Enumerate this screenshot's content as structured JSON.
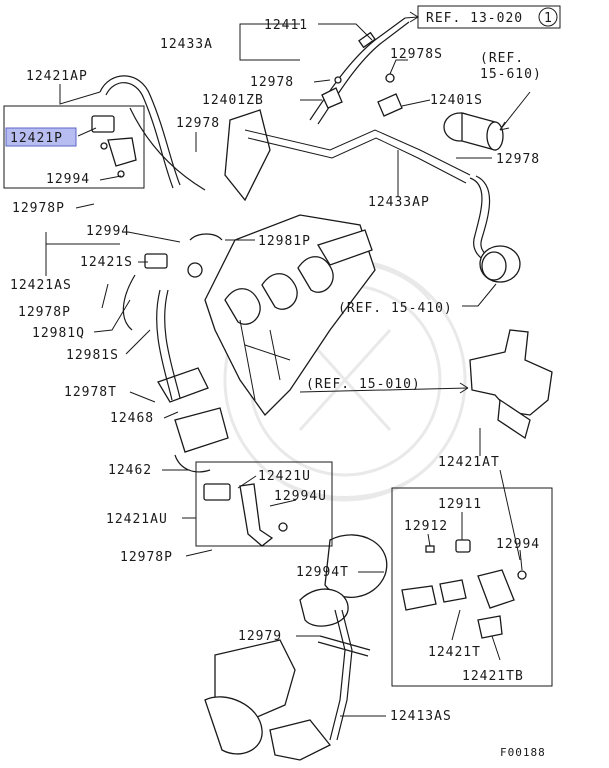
{
  "diagram_code": "F00188",
  "highlight": {
    "part": "12421P",
    "color": "#b7bdf0"
  },
  "refs": {
    "r1": "REF. 13-020",
    "r1_circle": "1",
    "r2_line1": "(REF.",
    "r2_line2": "15-610)",
    "r3": "(REF. 15-410)",
    "r4": "(REF. 15-010)"
  },
  "labels": {
    "p12411": "12411",
    "p12433A": "12433A",
    "p12978S": "12978S",
    "p12421AP": "12421AP",
    "p12978a": "12978",
    "p12401ZB": "12401ZB",
    "p12401S": "12401S",
    "p12421P": "12421P",
    "p12978b": "12978",
    "p12978c": "12978",
    "p12994a": "12994",
    "p12433AP": "12433AP",
    "p12978P_a": "12978P",
    "p12994b": "12994",
    "p12981P": "12981P",
    "p12421S": "12421S",
    "p12421AS": "12421AS",
    "p12978P_b": "12978P",
    "p12981Q": "12981Q",
    "p12981S": "12981S",
    "p12978T": "12978T",
    "p12468": "12468",
    "p12462": "12462",
    "p12421U": "12421U",
    "p12421AU": "12421AU",
    "p12994U": "12994U",
    "p12978P_c": "12978P",
    "p12421AT": "12421AT",
    "p12911": "12911",
    "p12912": "12912",
    "p12994c": "12994",
    "p12994T": "12994T",
    "p12979": "12979",
    "p12421T": "12421T",
    "p12421TB": "12421TB",
    "p12413AS": "12413AS"
  },
  "icons": [
    "engine-block-drawing",
    "turbocharger-drawing",
    "solenoid-valve-drawing",
    "vacuum-tank-drawing",
    "watermark-emblem"
  ]
}
